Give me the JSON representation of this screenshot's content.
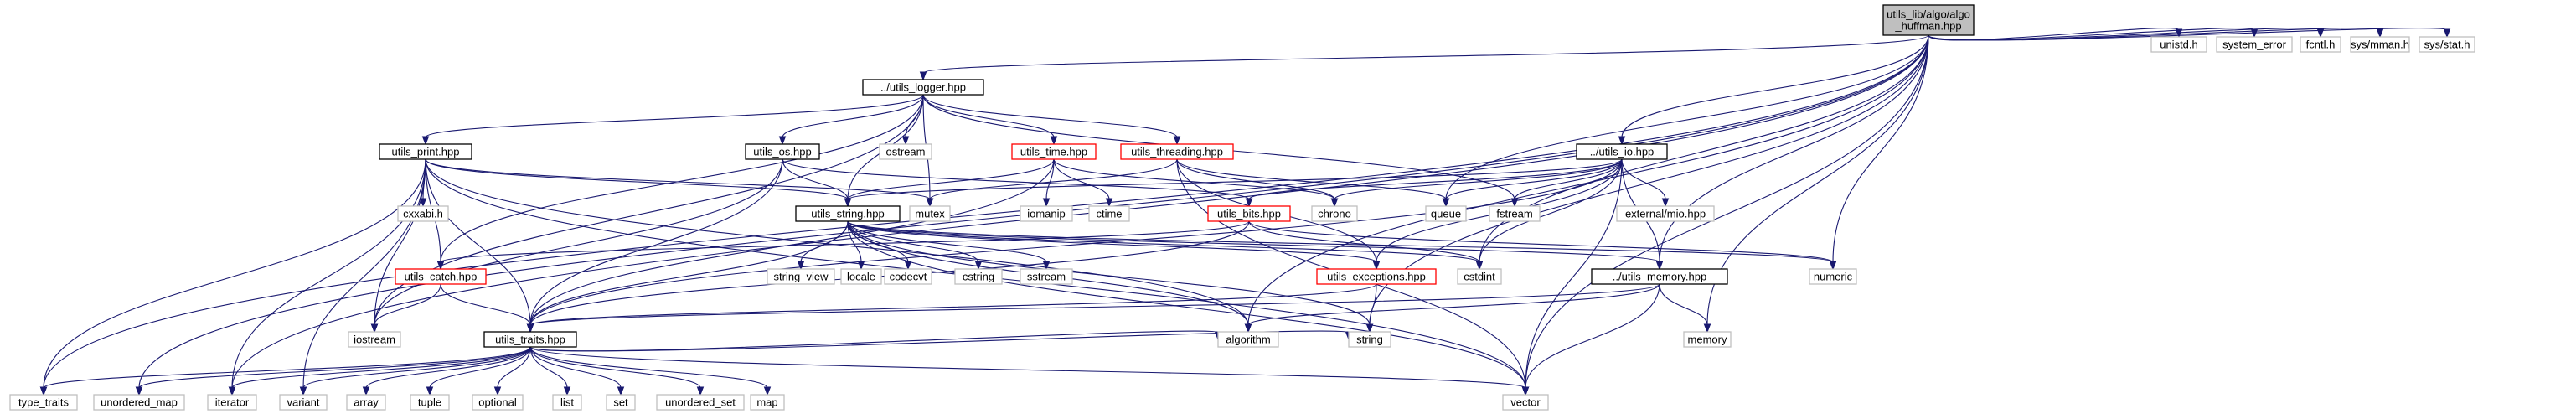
{
  "graph": {
    "colors": {
      "edge": "#191970",
      "root_fill": "#bfbfbf",
      "root_border": "#000000",
      "local_border": "#000000",
      "incomplete_border": "#ff0000",
      "system_border": "#bfbfbf",
      "text": "#000000"
    },
    "nodes": [
      {
        "id": "root",
        "label": "utils_lib/algo/algo\n_huffman.hpp",
        "kind": "root"
      },
      {
        "id": "unistd",
        "label": "unistd.h",
        "kind": "system"
      },
      {
        "id": "system_error",
        "label": "system_error",
        "kind": "system"
      },
      {
        "id": "fcntl",
        "label": "fcntl.h",
        "kind": "system"
      },
      {
        "id": "sys_mman",
        "label": "sys/mman.h",
        "kind": "system"
      },
      {
        "id": "sys_stat",
        "label": "sys/stat.h",
        "kind": "system"
      },
      {
        "id": "logger",
        "label": "../utils_logger.hpp",
        "kind": "local"
      },
      {
        "id": "print",
        "label": "utils_print.hpp",
        "kind": "local"
      },
      {
        "id": "os",
        "label": "utils_os.hpp",
        "kind": "local"
      },
      {
        "id": "ostream",
        "label": "ostream",
        "kind": "system"
      },
      {
        "id": "time",
        "label": "utils_time.hpp",
        "kind": "incomplete"
      },
      {
        "id": "threading",
        "label": "utils_threading.hpp",
        "kind": "incomplete"
      },
      {
        "id": "io",
        "label": "../utils_io.hpp",
        "kind": "local"
      },
      {
        "id": "cxxabi",
        "label": "cxxabi.h",
        "kind": "system"
      },
      {
        "id": "string_hpp",
        "label": "utils_string.hpp",
        "kind": "local"
      },
      {
        "id": "mutex",
        "label": "mutex",
        "kind": "system"
      },
      {
        "id": "iomanip",
        "label": "iomanip",
        "kind": "system"
      },
      {
        "id": "ctime",
        "label": "ctime",
        "kind": "system"
      },
      {
        "id": "bits",
        "label": "utils_bits.hpp",
        "kind": "incomplete"
      },
      {
        "id": "chrono",
        "label": "chrono",
        "kind": "system"
      },
      {
        "id": "queue",
        "label": "queue",
        "kind": "system"
      },
      {
        "id": "fstream",
        "label": "fstream",
        "kind": "system"
      },
      {
        "id": "mio",
        "label": "external/mio.hpp",
        "kind": "system"
      },
      {
        "id": "catch",
        "label": "utils_catch.hpp",
        "kind": "incomplete"
      },
      {
        "id": "string_view",
        "label": "string_view",
        "kind": "system"
      },
      {
        "id": "locale",
        "label": "locale",
        "kind": "system"
      },
      {
        "id": "codecvt",
        "label": "codecvt",
        "kind": "system"
      },
      {
        "id": "cstring",
        "label": "cstring",
        "kind": "system"
      },
      {
        "id": "sstream",
        "label": "sstream",
        "kind": "system"
      },
      {
        "id": "exceptions",
        "label": "utils_exceptions.hpp",
        "kind": "incomplete"
      },
      {
        "id": "cstdint",
        "label": "cstdint",
        "kind": "system"
      },
      {
        "id": "memory_hpp",
        "label": "../utils_memory.hpp",
        "kind": "local"
      },
      {
        "id": "numeric",
        "label": "numeric",
        "kind": "system"
      },
      {
        "id": "iostream",
        "label": "iostream",
        "kind": "system"
      },
      {
        "id": "traits",
        "label": "utils_traits.hpp",
        "kind": "local"
      },
      {
        "id": "algorithm",
        "label": "algorithm",
        "kind": "system"
      },
      {
        "id": "string",
        "label": "string",
        "kind": "system"
      },
      {
        "id": "memory",
        "label": "memory",
        "kind": "system"
      },
      {
        "id": "type_traits",
        "label": "type_traits",
        "kind": "system"
      },
      {
        "id": "unordered_map",
        "label": "unordered_map",
        "kind": "system"
      },
      {
        "id": "iterator",
        "label": "iterator",
        "kind": "system"
      },
      {
        "id": "variant",
        "label": "variant",
        "kind": "system"
      },
      {
        "id": "array",
        "label": "array",
        "kind": "system"
      },
      {
        "id": "tuple",
        "label": "tuple",
        "kind": "system"
      },
      {
        "id": "optional",
        "label": "optional",
        "kind": "system"
      },
      {
        "id": "list",
        "label": "list",
        "kind": "system"
      },
      {
        "id": "set",
        "label": "set",
        "kind": "system"
      },
      {
        "id": "unordered_set",
        "label": "unordered_set",
        "kind": "system"
      },
      {
        "id": "map",
        "label": "map",
        "kind": "system"
      },
      {
        "id": "vector",
        "label": "vector",
        "kind": "system"
      }
    ],
    "edges": [
      [
        "root",
        "unistd"
      ],
      [
        "root",
        "system_error"
      ],
      [
        "root",
        "fcntl"
      ],
      [
        "root",
        "sys_mman"
      ],
      [
        "root",
        "sys_stat"
      ],
      [
        "root",
        "logger"
      ],
      [
        "root",
        "io"
      ],
      [
        "root",
        "queue"
      ],
      [
        "root",
        "cstdint"
      ],
      [
        "root",
        "memory_hpp"
      ],
      [
        "root",
        "numeric"
      ],
      [
        "root",
        "algorithm"
      ],
      [
        "root",
        "string"
      ],
      [
        "root",
        "memory"
      ],
      [
        "root",
        "vector"
      ],
      [
        "root",
        "type_traits"
      ],
      [
        "root",
        "unordered_map"
      ],
      [
        "root",
        "iterator"
      ],
      [
        "logger",
        "print"
      ],
      [
        "logger",
        "os"
      ],
      [
        "logger",
        "ostream"
      ],
      [
        "logger",
        "time"
      ],
      [
        "logger",
        "threading"
      ],
      [
        "logger",
        "mutex"
      ],
      [
        "logger",
        "string_hpp"
      ],
      [
        "logger",
        "catch"
      ],
      [
        "logger",
        "iostream"
      ],
      [
        "logger",
        "fstream"
      ],
      [
        "print",
        "cxxabi"
      ],
      [
        "print",
        "string_hpp"
      ],
      [
        "print",
        "catch"
      ],
      [
        "print",
        "iostream"
      ],
      [
        "print",
        "traits"
      ],
      [
        "print",
        "type_traits"
      ],
      [
        "print",
        "iterator"
      ],
      [
        "print",
        "variant"
      ],
      [
        "print",
        "vector"
      ],
      [
        "print",
        "mutex"
      ],
      [
        "print",
        "algorithm"
      ],
      [
        "os",
        "string_hpp"
      ],
      [
        "os",
        "iostream"
      ],
      [
        "os",
        "traits"
      ],
      [
        "os",
        "bits"
      ],
      [
        "time",
        "iomanip"
      ],
      [
        "time",
        "ctime"
      ],
      [
        "time",
        "chrono"
      ],
      [
        "time",
        "string_hpp"
      ],
      [
        "time",
        "traits"
      ],
      [
        "threading",
        "queue"
      ],
      [
        "threading",
        "mutex"
      ],
      [
        "threading",
        "vector"
      ],
      [
        "threading",
        "exceptions"
      ],
      [
        "threading",
        "chrono"
      ],
      [
        "io",
        "string_hpp"
      ],
      [
        "io",
        "bits"
      ],
      [
        "io",
        "chrono"
      ],
      [
        "io",
        "queue"
      ],
      [
        "io",
        "fstream"
      ],
      [
        "io",
        "mio"
      ],
      [
        "io",
        "memory_hpp"
      ],
      [
        "io",
        "vector"
      ],
      [
        "io",
        "cstdint"
      ],
      [
        "io",
        "exceptions"
      ],
      [
        "io",
        "traits"
      ],
      [
        "string_hpp",
        "string_view"
      ],
      [
        "string_hpp",
        "locale"
      ],
      [
        "string_hpp",
        "codecvt"
      ],
      [
        "string_hpp",
        "cstring"
      ],
      [
        "string_hpp",
        "sstream"
      ],
      [
        "string_hpp",
        "exceptions"
      ],
      [
        "string_hpp",
        "algorithm"
      ],
      [
        "string_hpp",
        "string"
      ],
      [
        "string_hpp",
        "vector"
      ],
      [
        "string_hpp",
        "traits"
      ],
      [
        "string_hpp",
        "memory_hpp"
      ],
      [
        "string_hpp",
        "numeric"
      ],
      [
        "string_hpp",
        "cstdint"
      ],
      [
        "bits",
        "catch"
      ],
      [
        "bits",
        "traits"
      ],
      [
        "bits",
        "cstdint"
      ],
      [
        "bits",
        "numeric"
      ],
      [
        "catch",
        "iostream"
      ],
      [
        "catch",
        "traits"
      ],
      [
        "exceptions",
        "string"
      ],
      [
        "exceptions",
        "traits"
      ],
      [
        "memory_hpp",
        "memory"
      ],
      [
        "memory_hpp",
        "vector"
      ],
      [
        "memory_hpp",
        "traits"
      ],
      [
        "memory_hpp",
        "algorithm"
      ],
      [
        "traits",
        "type_traits"
      ],
      [
        "traits",
        "unordered_map"
      ],
      [
        "traits",
        "iterator"
      ],
      [
        "traits",
        "variant"
      ],
      [
        "traits",
        "array"
      ],
      [
        "traits",
        "tuple"
      ],
      [
        "traits",
        "optional"
      ],
      [
        "traits",
        "list"
      ],
      [
        "traits",
        "set"
      ],
      [
        "traits",
        "unordered_set"
      ],
      [
        "traits",
        "map"
      ],
      [
        "traits",
        "vector"
      ],
      [
        "traits",
        "string"
      ],
      [
        "traits",
        "algorithm"
      ]
    ]
  }
}
